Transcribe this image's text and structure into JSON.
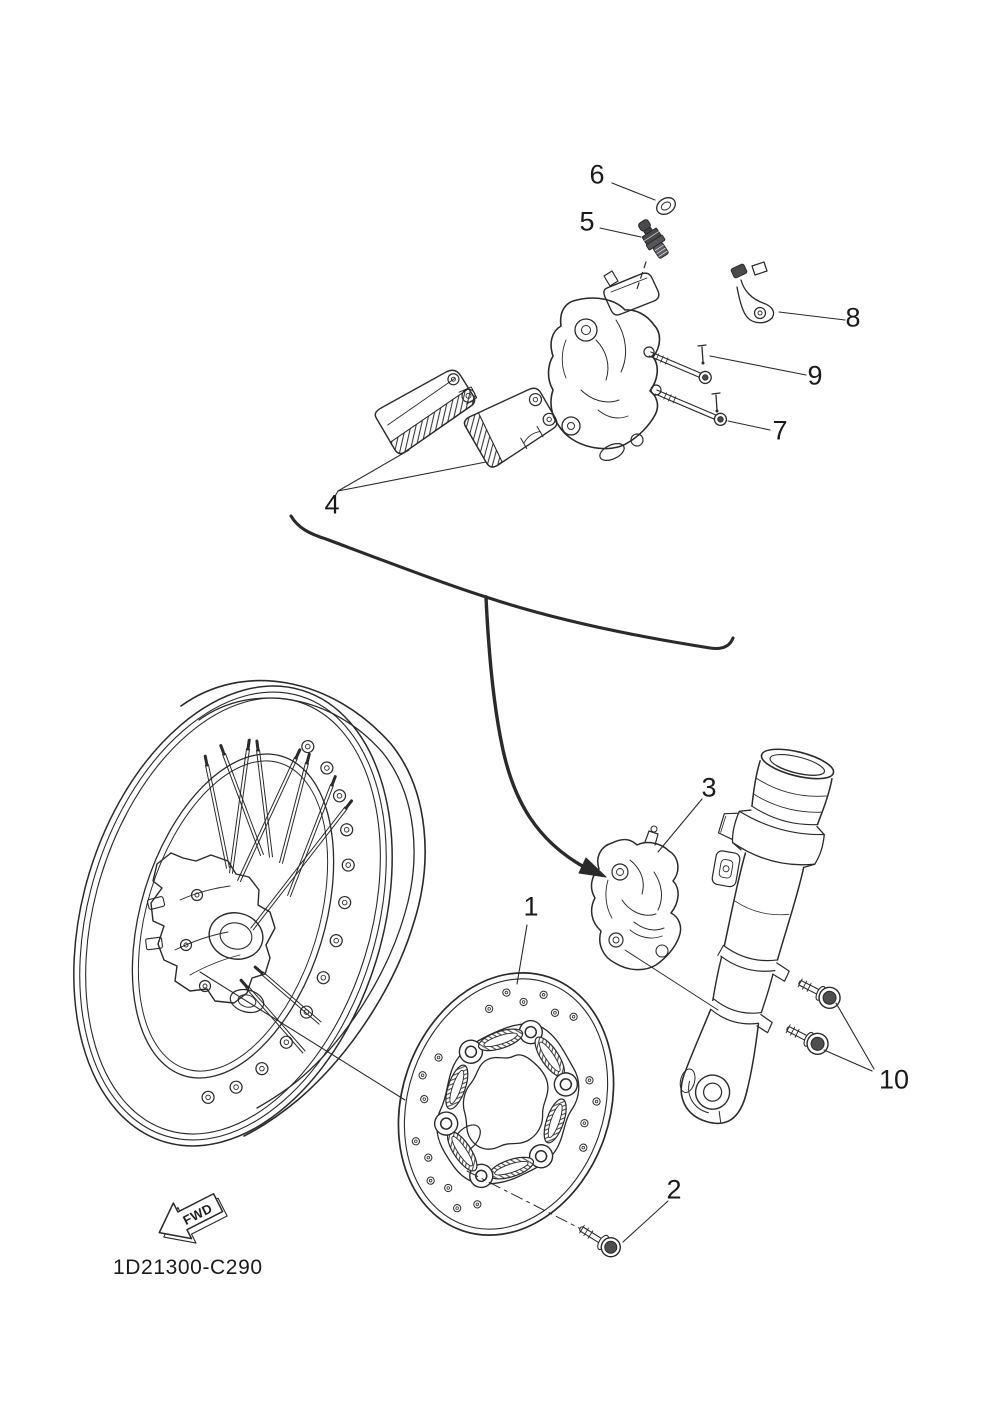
{
  "diagram": {
    "part_code": "1D21300-C290",
    "fwd_label": "FWD",
    "callouts": [
      {
        "number": "1"
      },
      {
        "number": "2"
      },
      {
        "number": "3"
      },
      {
        "number": "4"
      },
      {
        "number": "5"
      },
      {
        "number": "6"
      },
      {
        "number": "7"
      },
      {
        "number": "8"
      },
      {
        "number": "9"
      },
      {
        "number": "10"
      }
    ],
    "colors": {
      "background": "#ffffff",
      "line": "#2a2a2a",
      "label": "#1a1a1a",
      "metal_dark": "#4a4a4c"
    }
  }
}
